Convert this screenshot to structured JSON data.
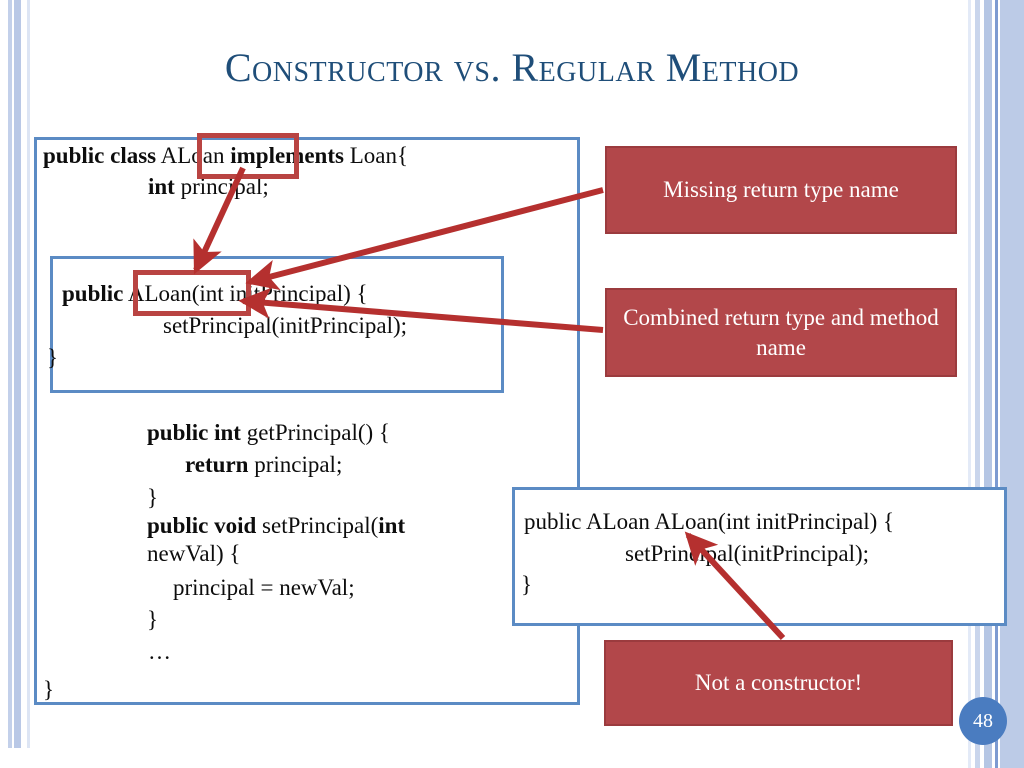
{
  "slide": {
    "title": "Constructor vs. Regular Method",
    "page_number": "48",
    "accent_color": "#1f4e79",
    "callout_color": "#b2474a",
    "box_border_color": "#5b8bc4",
    "highlight_color": "#b94442",
    "badge_color": "#4a7cc0"
  },
  "code": {
    "lines": [
      {
        "id": "l1",
        "html": "<b>public class</b> ALoan <b>implements</b> Loan{"
      },
      {
        "id": "l2",
        "html": "<b>int</b> principal;"
      },
      {
        "id": "l3",
        "html": "<b>public</b> ALoan(int initPrincipal) {"
      },
      {
        "id": "l4",
        "html": "setPrincipal(initPrincipal);"
      },
      {
        "id": "l5",
        "html": "}"
      },
      {
        "id": "l6",
        "html": "<b>public int</b> getPrincipal() {"
      },
      {
        "id": "l7",
        "html": "<b>return</b> principal;"
      },
      {
        "id": "l8",
        "html": "}"
      },
      {
        "id": "l9",
        "html": "<b>public void</b> setPrincipal(<b>int</b>"
      },
      {
        "id": "l10",
        "html": "newVal) {"
      },
      {
        "id": "l11",
        "html": "principal = newVal;"
      },
      {
        "id": "l12",
        "html": "}"
      },
      {
        "id": "l13",
        "html": "…"
      },
      {
        "id": "l14",
        "html": "}"
      }
    ]
  },
  "result_box": {
    "lines": [
      {
        "id": "r1",
        "text": "public ALoan ALoan(int initPrincipal) {"
      },
      {
        "id": "r2",
        "text": "setPrincipal(initPrincipal);"
      },
      {
        "id": "r3",
        "text": "}"
      }
    ]
  },
  "callouts": [
    {
      "id": "c1",
      "text": "Missing return type name"
    },
    {
      "id": "c2",
      "text": "Combined return type and method name"
    },
    {
      "id": "c3",
      "text": "Not a constructor!"
    }
  ]
}
